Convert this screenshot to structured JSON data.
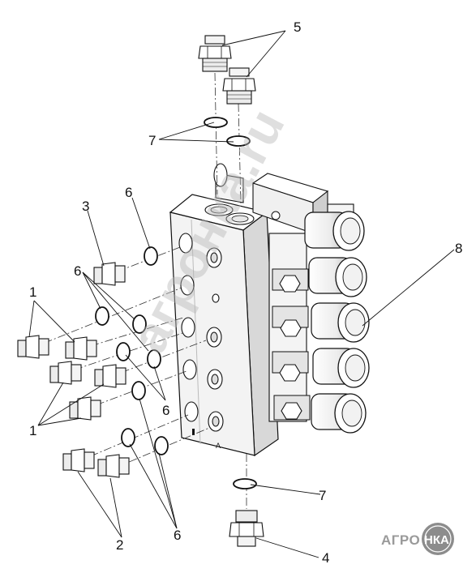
{
  "callouts": {
    "c1": "1",
    "c2": "2",
    "c3": "3",
    "c4": "4",
    "c5": "5",
    "c6": "6",
    "c7": "7",
    "c8": "8"
  },
  "block_marks": {
    "port_mark": "A"
  },
  "watermark": {
    "text": "агронка.ru"
  },
  "brand": {
    "left": "АГРО",
    "badge": "НКА"
  },
  "colors": {
    "line": "#111111",
    "fill": "#ffffff",
    "shade": "#e6e6e6",
    "watermark": "#b9b9b9",
    "brand_badge": "#8c8c8c"
  }
}
